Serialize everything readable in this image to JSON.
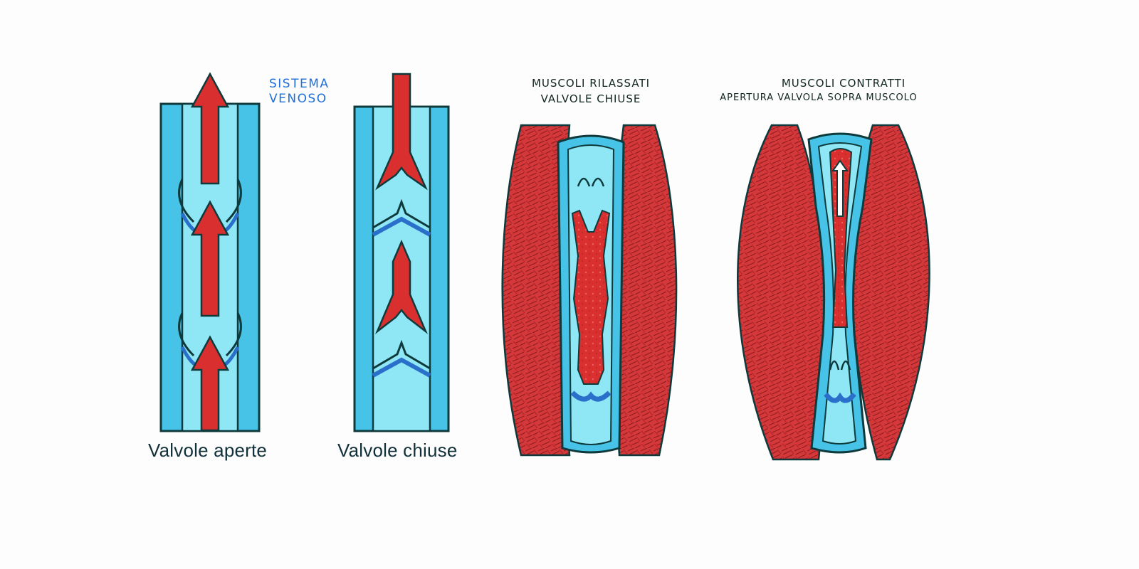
{
  "title": [
    "SISTEMA",
    "VENOSO"
  ],
  "panels": [
    {
      "caption": "Valvole aperte"
    },
    {
      "caption": "Valvole chiuse"
    },
    {
      "header": [
        "MUSCOLI RILASSATI",
        "VALVOLE CHIUSE"
      ]
    },
    {
      "header": [
        "MUSCOLI CONTRATTI",
        "APERTURA VALVOLA SOPRA MUSCOLO"
      ]
    }
  ],
  "colors": {
    "vein_light": "#7fe0f0",
    "vein_wall": "#3bbfe0",
    "blood": "#d9302f",
    "muscle": "#c9302e",
    "valve": "#2a6fc9",
    "outline": "#0f3a3c"
  }
}
